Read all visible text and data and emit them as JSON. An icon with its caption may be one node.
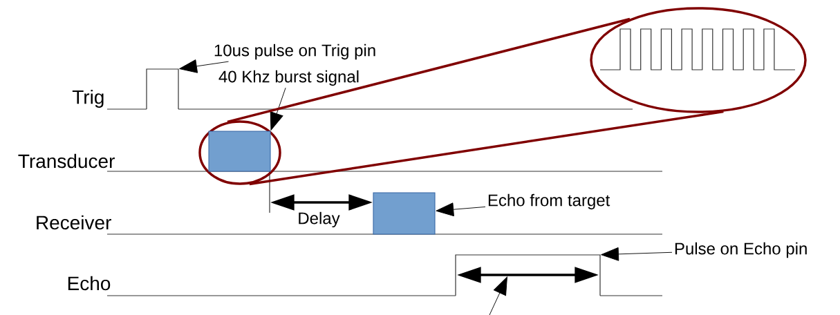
{
  "diagram": {
    "nodes": [
      {
        "text": [
          "10us pulse on Trig pin"
        ]
      },
      {
        "text": [
          "40 Khz burst signal"
        ]
      },
      {
        "text": [],
        "shape": "ellipse"
      },
      {
        "text": [],
        "shape": "box",
        "in": 2
      },
      {
        "text": [],
        "shape": "box"
      },
      {
        "text": [
          "Echo from target"
        ]
      },
      {
        "text": [
          "Pulse on Echo pin"
        ]
      },
      {
        "text": [],
        "shape": "ellipse"
      },
      {
        "text": [],
        "shape": "waveform"
      },
      {
        "text": [],
        "shape": "waveform"
      }
    ],
    "edges": [
      {
        "from": 0,
        "to": 8,
        "arrow": "to"
      },
      {
        "from": 1,
        "to": 3,
        "arrow": "to"
      },
      {
        "from": 5,
        "to": 4,
        "arrow": "to"
      },
      {
        "from": 6,
        "to": 9,
        "arrow": "to"
      },
      {
        "from": 2,
        "to": 7,
        "arrow": "none",
        "style": "thick",
        "color": "#800000"
      },
      {
        "from": 2,
        "to": 7,
        "arrow": "none",
        "style": "thick",
        "color": "#800000"
      },
      {
        "from": null,
        "to": 9,
        "arrow": "to"
      }
    ],
    "labels": [
      "Trig",
      "Transducer",
      "Receiver",
      "Delay",
      "Echo"
    ]
  }
}
